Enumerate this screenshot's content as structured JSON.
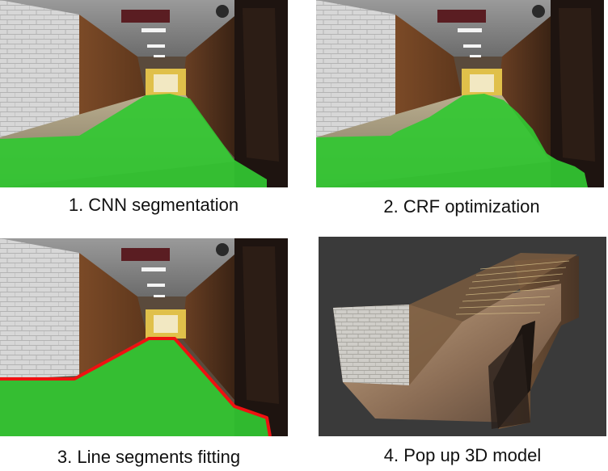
{
  "captions": {
    "cnn": "1. CNN segmentation",
    "crf": "2. CRF optimization",
    "line": "3. Line segments fitting",
    "popup": "4. Pop up 3D model"
  },
  "colors": {
    "segmentation": "#32c832",
    "fit_line": "#ee1111",
    "render_bg": "#3a3a3a"
  }
}
